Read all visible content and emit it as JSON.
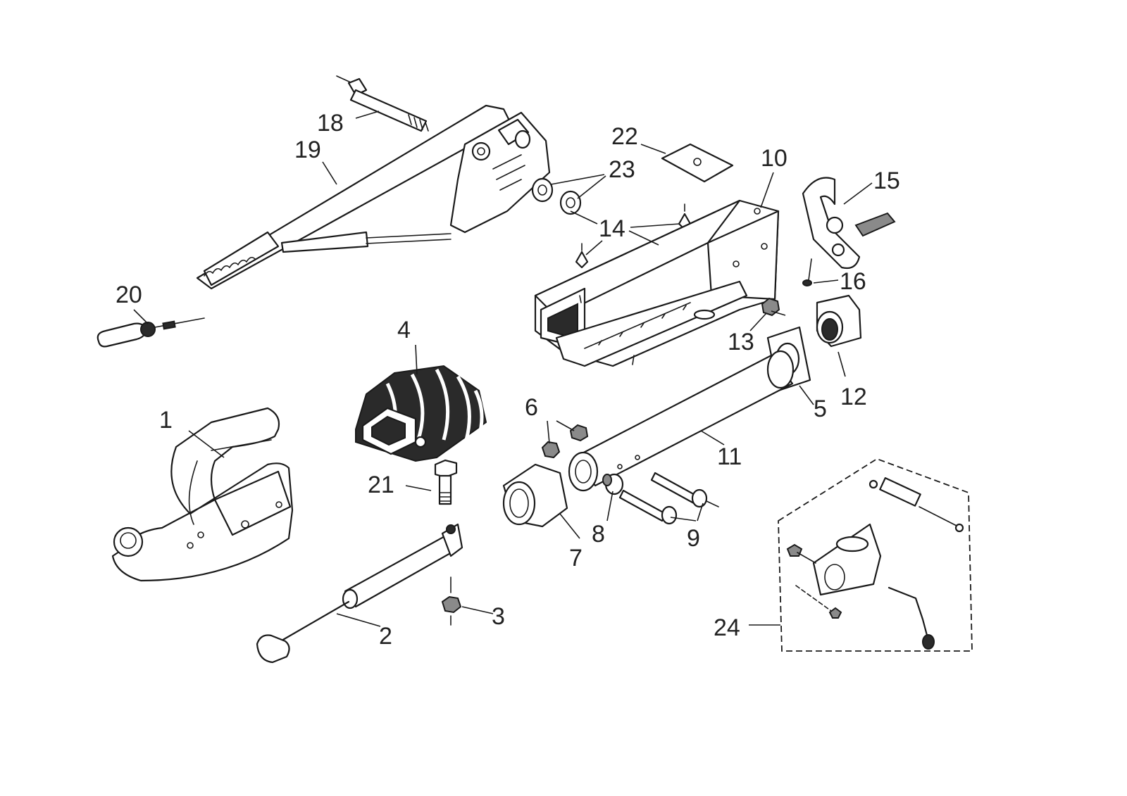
{
  "callouts": {
    "c1": "1",
    "c2": "2",
    "c3": "3",
    "c4": "4",
    "c5": "5",
    "c6": "6",
    "c7": "7",
    "c8": "8",
    "c9": "9",
    "c10": "10",
    "c11": "11",
    "c12": "12",
    "c13": "13",
    "c14": "14",
    "c15": "15",
    "c16": "16",
    "c18": "18",
    "c19": "19",
    "c20": "20",
    "c21": "21",
    "c22": "22",
    "c23": "23",
    "c24": "24"
  },
  "colors": {
    "line": "#1a1a1a",
    "label": "#222222",
    "background": "#ffffff"
  }
}
